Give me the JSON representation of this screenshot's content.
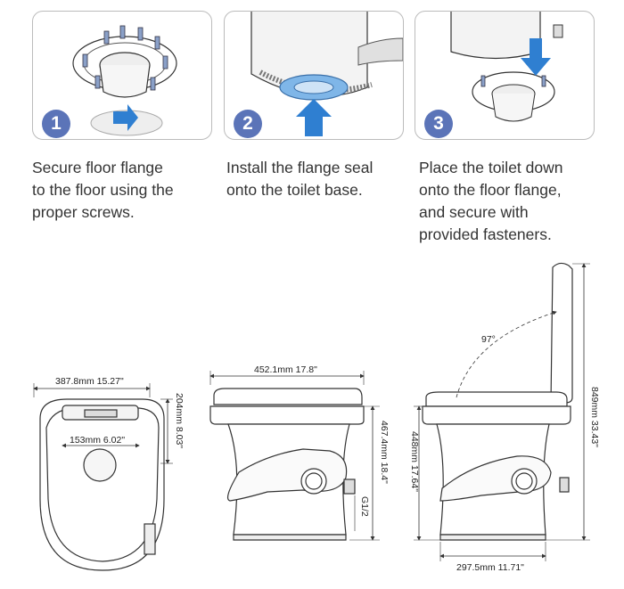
{
  "steps": [
    {
      "number": "1",
      "lines": [
        "Secure floor flange",
        "to the floor using the",
        "proper screws."
      ]
    },
    {
      "number": "2",
      "lines": [
        "Install the flange seal",
        "onto the toilet base."
      ]
    },
    {
      "number": "3",
      "lines": [
        "Place the toilet down",
        "onto the floor flange,",
        "and secure with",
        "provided fasteners."
      ]
    }
  ],
  "dimensions": {
    "top_width": "387.8mm  15.27\"",
    "top_depth": "204mm  8.03\"",
    "outlet_diameter": "153mm  6.02\"",
    "front_width": "452.1mm  17.8\"",
    "front_height": "467.4mm  18.4\"",
    "inlet_thread": "G1/2",
    "side_height": "448mm  17.64\"",
    "total_height": "849mm  33.43\"",
    "lid_angle": "97°",
    "base_width": "297.5mm  11.71\""
  },
  "colors": {
    "badge": "#5b74b8",
    "arrow": "#2f7fd1",
    "seal": "#7fb6e8",
    "line": "#333333"
  }
}
